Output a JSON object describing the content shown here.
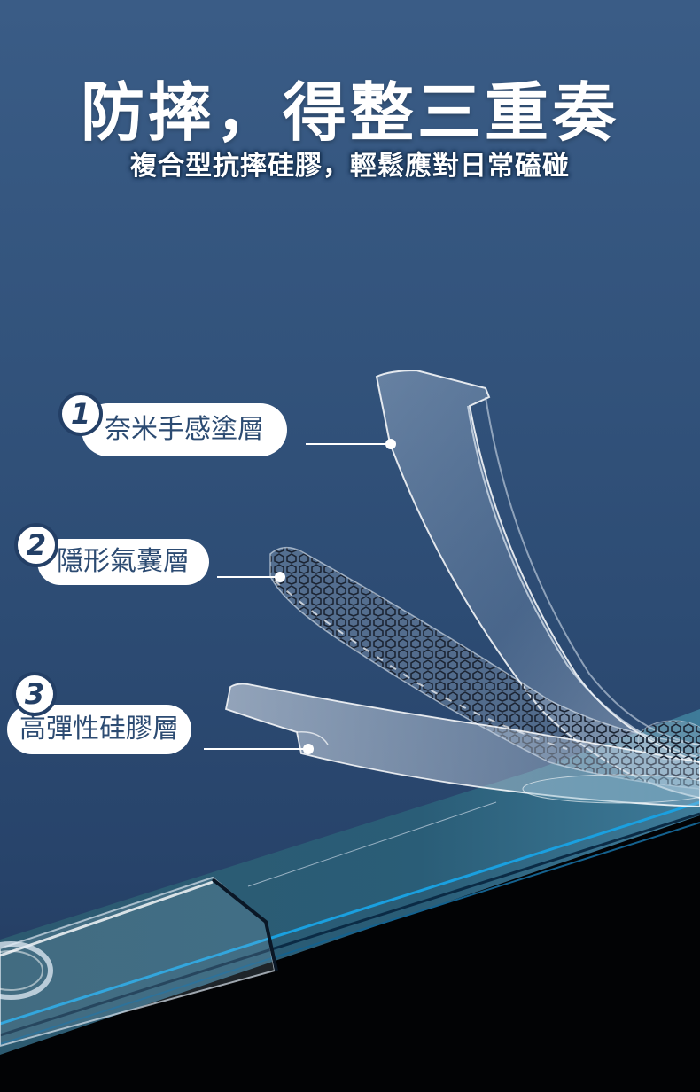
{
  "header": {
    "title": "防摔，得整三重奏",
    "subtitle": "複合型抗摔硅膠，輕鬆應對日常磕碰"
  },
  "layers": [
    {
      "number": "1",
      "label": "奈米手感塗層"
    },
    {
      "number": "2",
      "label": "隱形氣囊層"
    },
    {
      "number": "3",
      "label": "高彈性硅膠層"
    }
  ],
  "colors": {
    "background_top": "#3a5c86",
    "background_bottom": "#21395c",
    "label_text": "#2c4b72",
    "number_outline": "#233f66",
    "phone_edge_accent": "#1aa0e0"
  }
}
